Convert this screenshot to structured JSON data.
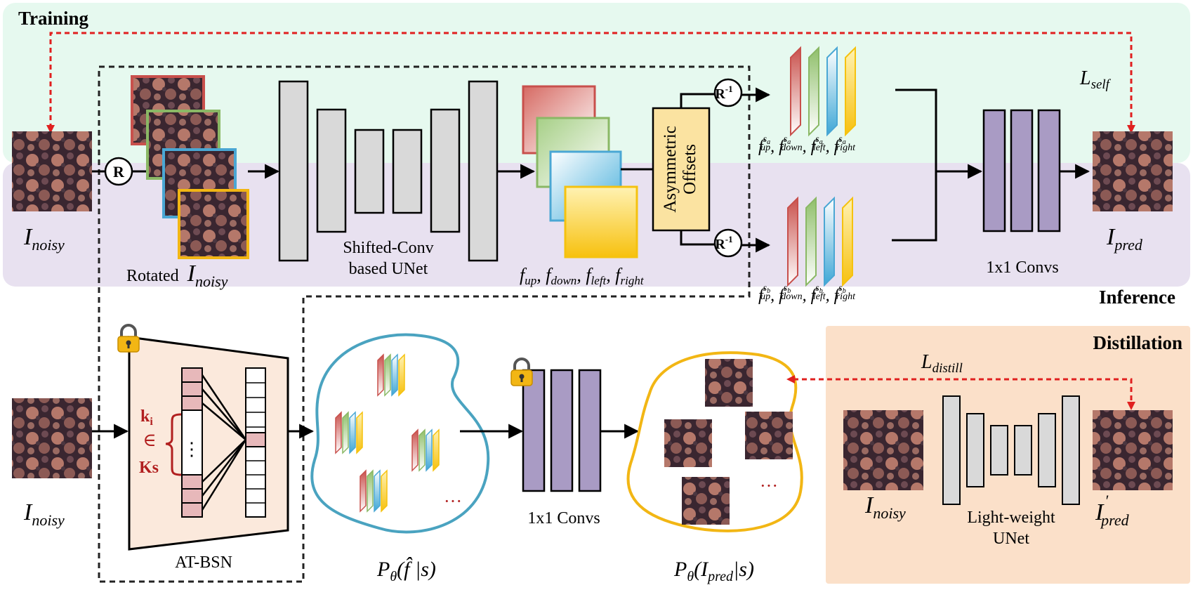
{
  "sections": {
    "training": "Training",
    "inference": "Inference",
    "distillation": "Distillation"
  },
  "colors": {
    "training_bg": "#e6f9ef",
    "inference_bg": "#e8e1f0",
    "distill_bg": "#fbe0c9",
    "unet_block": "#d9d9d9",
    "conv_block": "#a99bc4",
    "offsets_block": "#fbe3a1",
    "loss_arrow": "#e0201f",
    "kernel_text": "#b11f1f",
    "blob_blue": "#4aa3c0",
    "blob_yellow": "#f2b614",
    "feature_red": "#c8504c",
    "feature_green": "#8ab865",
    "feature_blue": "#4aa7d4",
    "feature_yellow": "#f5c20f"
  },
  "labels": {
    "i_noisy_main": "I",
    "i_noisy_main_sub": "noisy",
    "rotated": "Rotated",
    "rotated_i": "I",
    "rotated_i_sub": "noisy",
    "rotate_op": "R",
    "inverse_rotate_op": "R",
    "inverse_rotate_sup": "-1",
    "unet_line1": "Shifted-Conv",
    "unet_line2": "based UNet",
    "features_label": "f_up, f_down, f_left, f_right",
    "offsets_line1": "Asymmetric",
    "offsets_line2": "Offsets",
    "features_sa": "f_up^sa, f_down^sa, f_left^sa, f_right^sa",
    "features_sb": "f_up^sb, f_down^sb, f_left^sb, f_right^sb",
    "convs_top": "1x1 Convs",
    "i_pred": "I",
    "i_pred_sub": "pred",
    "l_self": "L",
    "l_self_sub": "self",
    "i_noisy_bottom": "I",
    "i_noisy_bottom_sub": "noisy",
    "kernel_k": "k",
    "kernel_i": "i",
    "kernel_in": "∈",
    "kernel_ks": "Ks",
    "kernel_dots": "⋮",
    "atbsn": "AT-BSN",
    "blob1_dots": "···",
    "p_f": "P",
    "p_f_sub": "θ",
    "p_f_arg": "(f̂ |s)",
    "convs_bottom": "1x1 Convs",
    "blob2_dots": "···",
    "p_i": "P",
    "p_i_sub": "θ",
    "p_i_arg": "(I",
    "p_i_arg_sub": "pred",
    "p_i_arg_end": "|s)",
    "l_distill": "L",
    "l_distill_sub": "distill",
    "i_noisy_distill": "I",
    "i_noisy_distill_sub": "noisy",
    "lightweight_line1": "Light-weight",
    "lightweight_line2": "UNet",
    "i_pred_prime": "I",
    "i_pred_prime_sub": "pred",
    "i_pred_prime_sup": "′"
  }
}
